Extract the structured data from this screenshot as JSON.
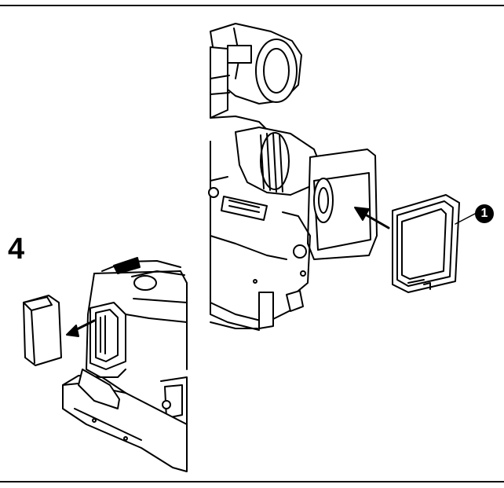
{
  "step": {
    "number": "4"
  },
  "callout": {
    "label": "1"
  },
  "icons": {
    "camera_top": "camcorder-with-lens-hood",
    "camera_bottom": "camcorder-battery-compartment",
    "filter": "square-lens-filter",
    "battery": "battery-pack"
  },
  "colors": {
    "line": "#000000",
    "background": "#ffffff"
  }
}
